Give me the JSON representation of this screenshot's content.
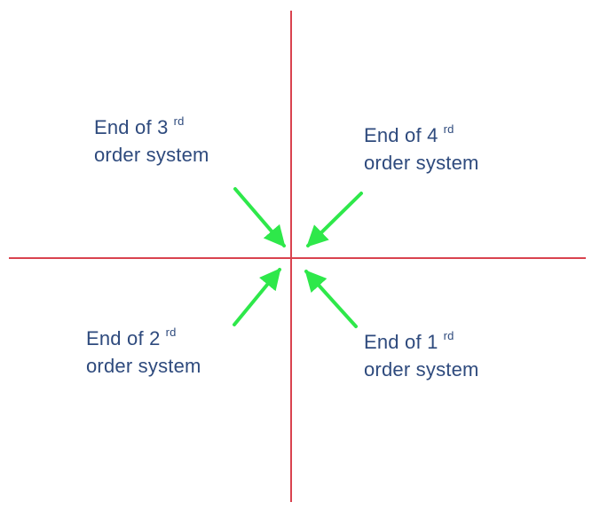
{
  "diagram": {
    "colors": {
      "axes": "#d9434f",
      "arrows": "#2ee84a",
      "text": "#2e4a7d",
      "background": "#ffffff"
    },
    "labels": [
      {
        "id": "q3",
        "prefix": "End of 3",
        "sup": "rd",
        "line2": "order system"
      },
      {
        "id": "q4",
        "prefix": "End of 4",
        "sup": "rd",
        "line2": "order system"
      },
      {
        "id": "q2",
        "prefix": "End of 2",
        "sup": "rd",
        "line2": "order system"
      },
      {
        "id": "q1",
        "prefix": "End of 1",
        "sup": "rd",
        "line2": "order system"
      }
    ]
  }
}
